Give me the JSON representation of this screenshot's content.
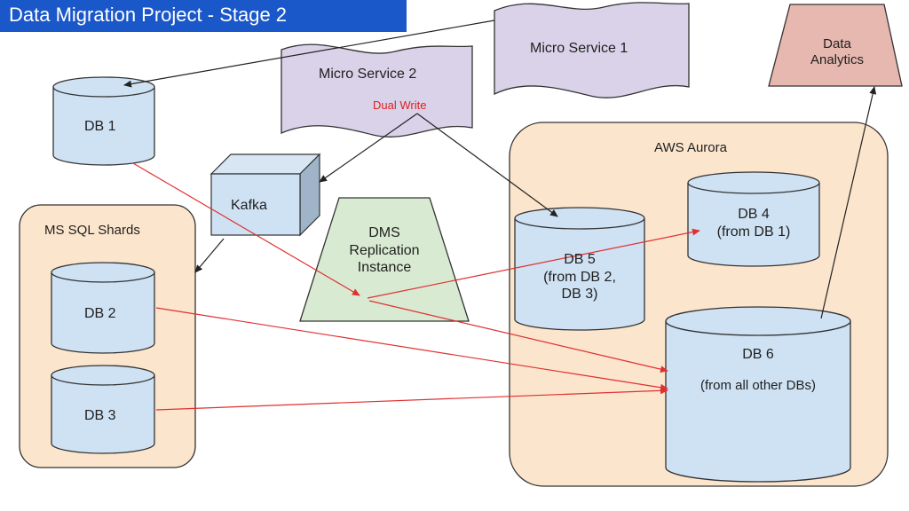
{
  "header": {
    "title": "Data Migration Project - Stage 2"
  },
  "nodes": {
    "micro_service_1": "Micro Service 1",
    "micro_service_2": "Micro Service 2",
    "dual_write": "Dual Write",
    "data_analytics_line1": "Data",
    "data_analytics_line2": "Analytics",
    "db1": "DB 1",
    "kafka": "Kafka",
    "ms_sql_shards": "MS SQL Shards",
    "db2": "DB 2",
    "db3": "DB 3",
    "dms_line1": "DMS",
    "dms_line2": "Replication",
    "dms_line3": "Instance",
    "aws_aurora": "AWS Aurora",
    "db4_line1": "DB 4",
    "db4_line2": "(from DB 1)",
    "db5_line1": "DB 5",
    "db5_line2": "(from DB 2,",
    "db5_line3": "DB 3)",
    "db6_line1": "DB 6",
    "db6_line2": "(from all other DBs)"
  },
  "colors": {
    "title_bar": "#1a57c8",
    "cylinder_fill": "#cfe2f3",
    "micro_service_fill": "#d9d2e9",
    "group_fill": "#fce5cd",
    "dms_fill": "#d9ead3",
    "analytics_fill": "#e6b8af",
    "red_arrow": "#e03030",
    "dual_write_text": "#e02020"
  }
}
